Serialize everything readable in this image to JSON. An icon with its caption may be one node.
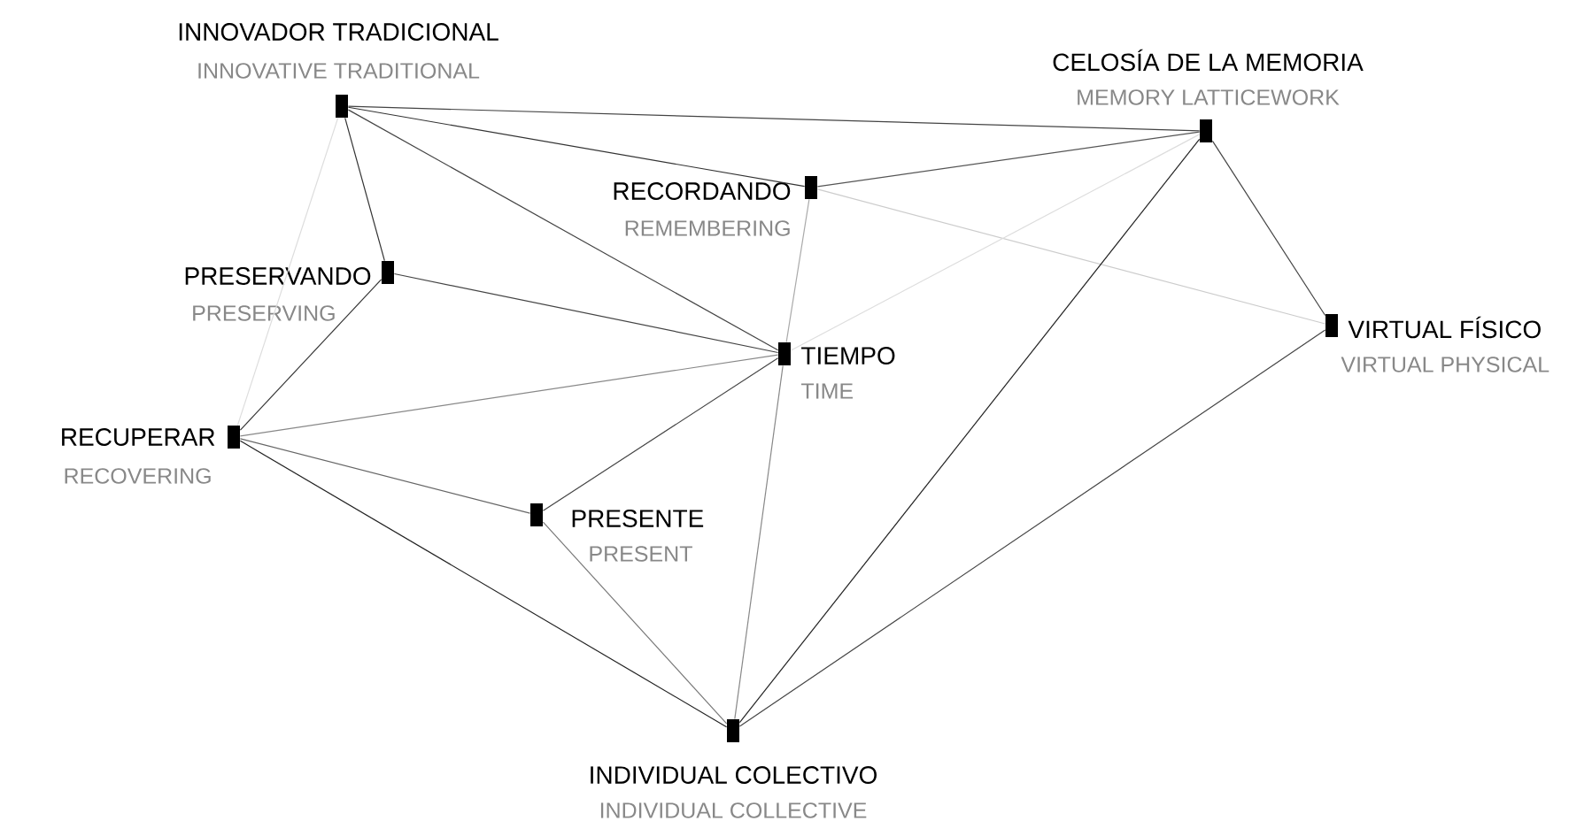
{
  "diagram": {
    "nodes": [
      {
        "text": [
          "INNOVADOR TRADICIONAL",
          "INNOVATIVE TRADITIONAL"
        ]
      },
      {
        "text": [
          "CELOSÍA DE LA MEMORIA",
          "MEMORY LATTICEWORK"
        ]
      },
      {
        "text": [
          "RECORDANDO",
          "REMEMBERING"
        ]
      },
      {
        "text": [
          "PRESERVANDO",
          "PRESERVING"
        ]
      },
      {
        "text": [
          "VIRTUAL FÍSICO",
          "VIRTUAL PHYSICAL"
        ]
      },
      {
        "text": [
          "TIEMPO",
          "TIME"
        ]
      },
      {
        "text": [
          "RECUPERAR",
          "RECOVERING"
        ]
      },
      {
        "text": [
          "PRESENTE",
          "PRESENT"
        ]
      },
      {
        "text": [
          "INDIVIDUAL COLECTIVO",
          "INDIVIDUAL COLLECTIVE"
        ]
      }
    ],
    "edges": [
      {
        "from": 0,
        "to": 1,
        "arrow": "none",
        "color": "#444444"
      },
      {
        "from": 0,
        "to": 2,
        "arrow": "none",
        "color": "#333333"
      },
      {
        "from": 0,
        "to": 5,
        "arrow": "none",
        "color": "#444444"
      },
      {
        "from": 0,
        "to": 3,
        "arrow": "none",
        "color": "#333333"
      },
      {
        "from": 0,
        "to": 6,
        "arrow": "none",
        "color": "#dddddd"
      },
      {
        "from": 2,
        "to": 1,
        "arrow": "none",
        "color": "#555555"
      },
      {
        "from": 2,
        "to": 5,
        "arrow": "none",
        "color": "#aaaaaa"
      },
      {
        "from": 2,
        "to": 4,
        "arrow": "none",
        "color": "#cccccc"
      },
      {
        "from": 1,
        "to": 5,
        "arrow": "none",
        "color": "#dddddd"
      },
      {
        "from": 1,
        "to": 8,
        "arrow": "none",
        "color": "#222222"
      },
      {
        "from": 1,
        "to": 4,
        "arrow": "none",
        "color": "#444444"
      },
      {
        "from": 3,
        "to": 5,
        "arrow": "none",
        "color": "#444444"
      },
      {
        "from": 3,
        "to": 6,
        "arrow": "none",
        "color": "#333333"
      },
      {
        "from": 6,
        "to": 5,
        "arrow": "none",
        "color": "#888888"
      },
      {
        "from": 6,
        "to": 7,
        "arrow": "none",
        "color": "#666666"
      },
      {
        "from": 6,
        "to": 8,
        "arrow": "none",
        "color": "#222222"
      },
      {
        "from": 7,
        "to": 5,
        "arrow": "none",
        "color": "#444444"
      },
      {
        "from": 7,
        "to": 8,
        "arrow": "none",
        "color": "#777777"
      },
      {
        "from": 5,
        "to": 8,
        "arrow": "none",
        "color": "#888888"
      },
      {
        "from": 4,
        "to": 8,
        "arrow": "none",
        "color": "#444444"
      }
    ]
  }
}
